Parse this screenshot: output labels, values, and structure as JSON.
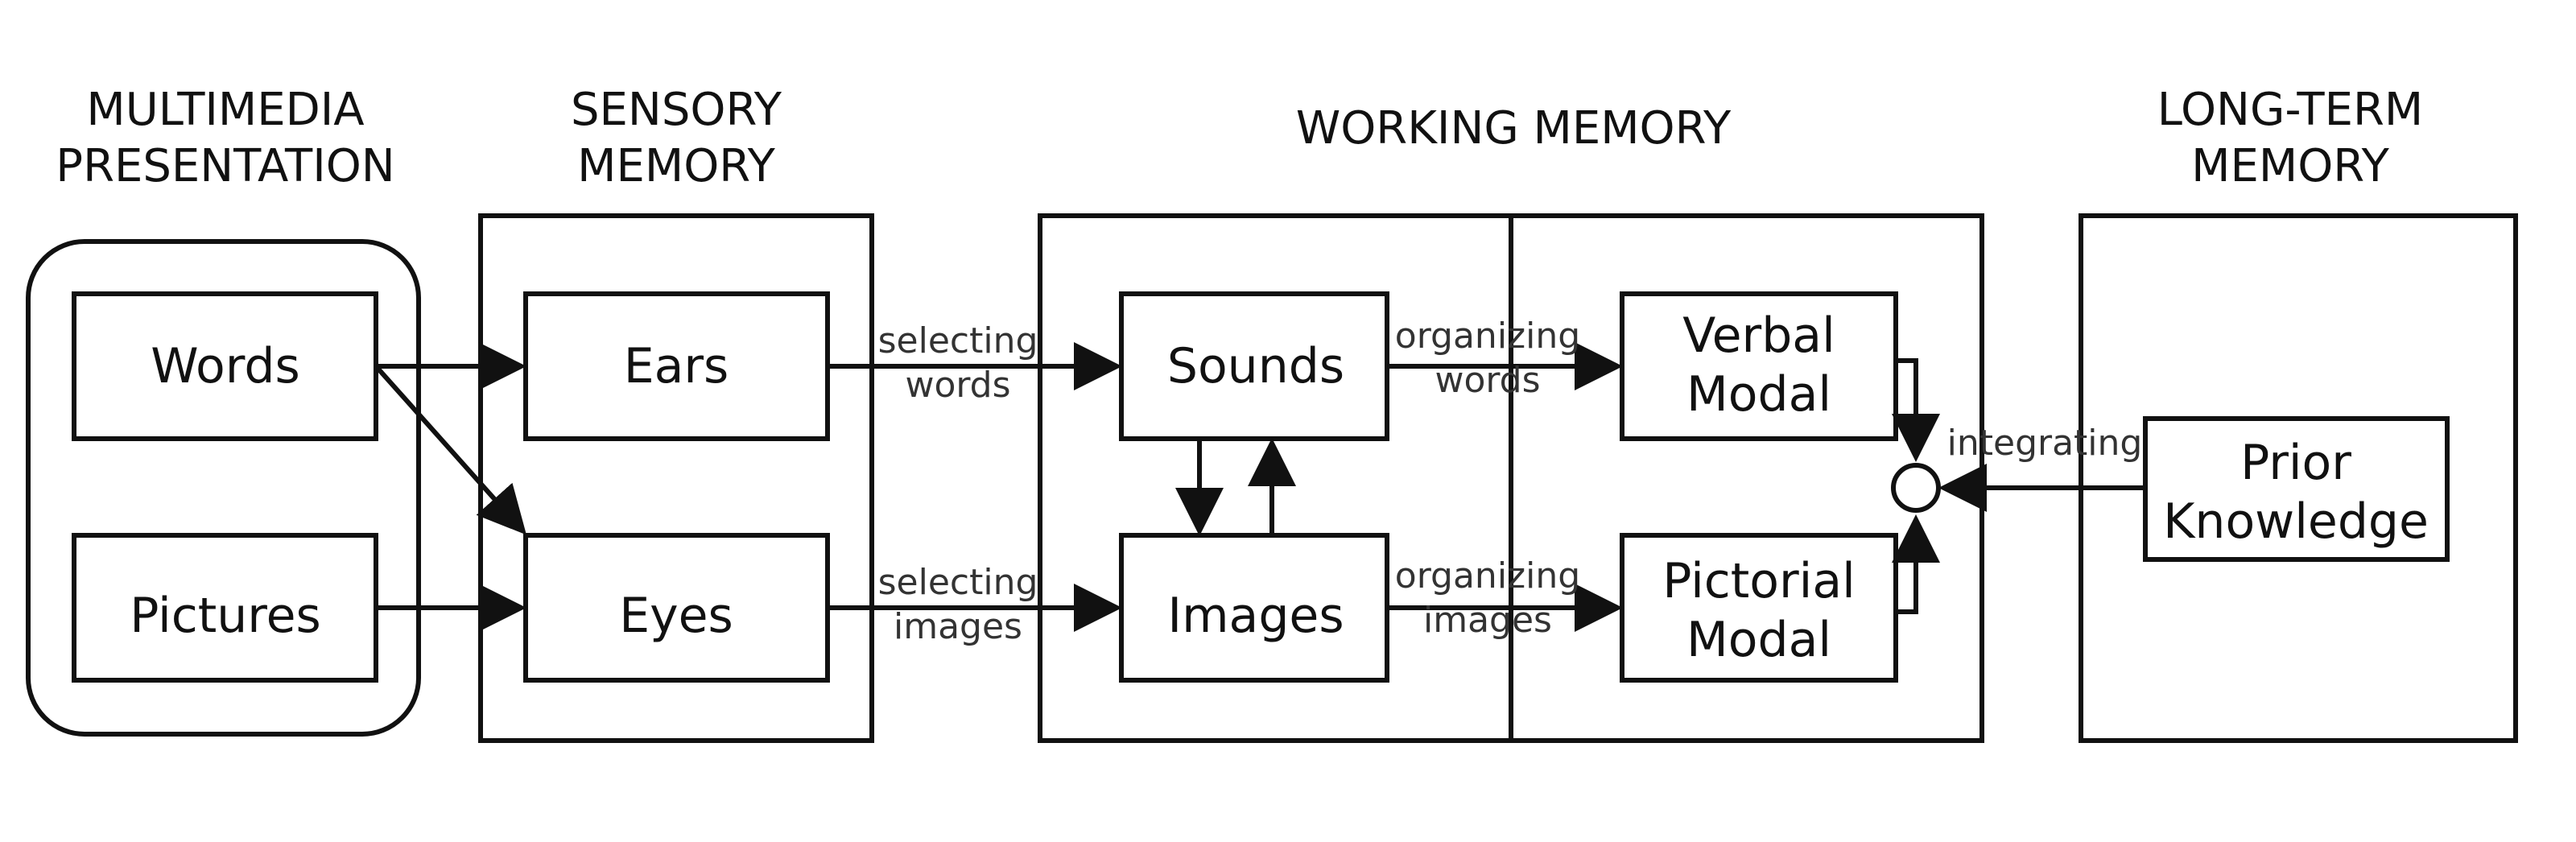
{
  "headings": {
    "multimedia_line1": "MULTIMEDIA",
    "multimedia_line2": "PRESENTATION",
    "sensory_line1": "SENSORY",
    "sensory_line2": "MEMORY",
    "working": "WORKING MEMORY",
    "longterm_line1": "LONG-TERM",
    "longterm_line2": "MEMORY"
  },
  "boxes": {
    "words": "Words",
    "pictures": "Pictures",
    "ears": "Ears",
    "eyes": "Eyes",
    "sounds": "Sounds",
    "images": "Images",
    "verbal_line1": "Verbal",
    "verbal_line2": "Modal",
    "pictorial_line1": "Pictorial",
    "pictorial_line2": "Modal",
    "prior_line1": "Prior",
    "prior_line2": "Knowledge"
  },
  "edges": {
    "selecting_words_1": "selecting",
    "selecting_words_2": "words",
    "selecting_images_1": "selecting",
    "selecting_images_2": "images",
    "organizing_words_1": "organizing",
    "organizing_words_2": "words",
    "organizing_images_1": "organizing",
    "organizing_images_2": "images",
    "integrating": "integrating"
  }
}
